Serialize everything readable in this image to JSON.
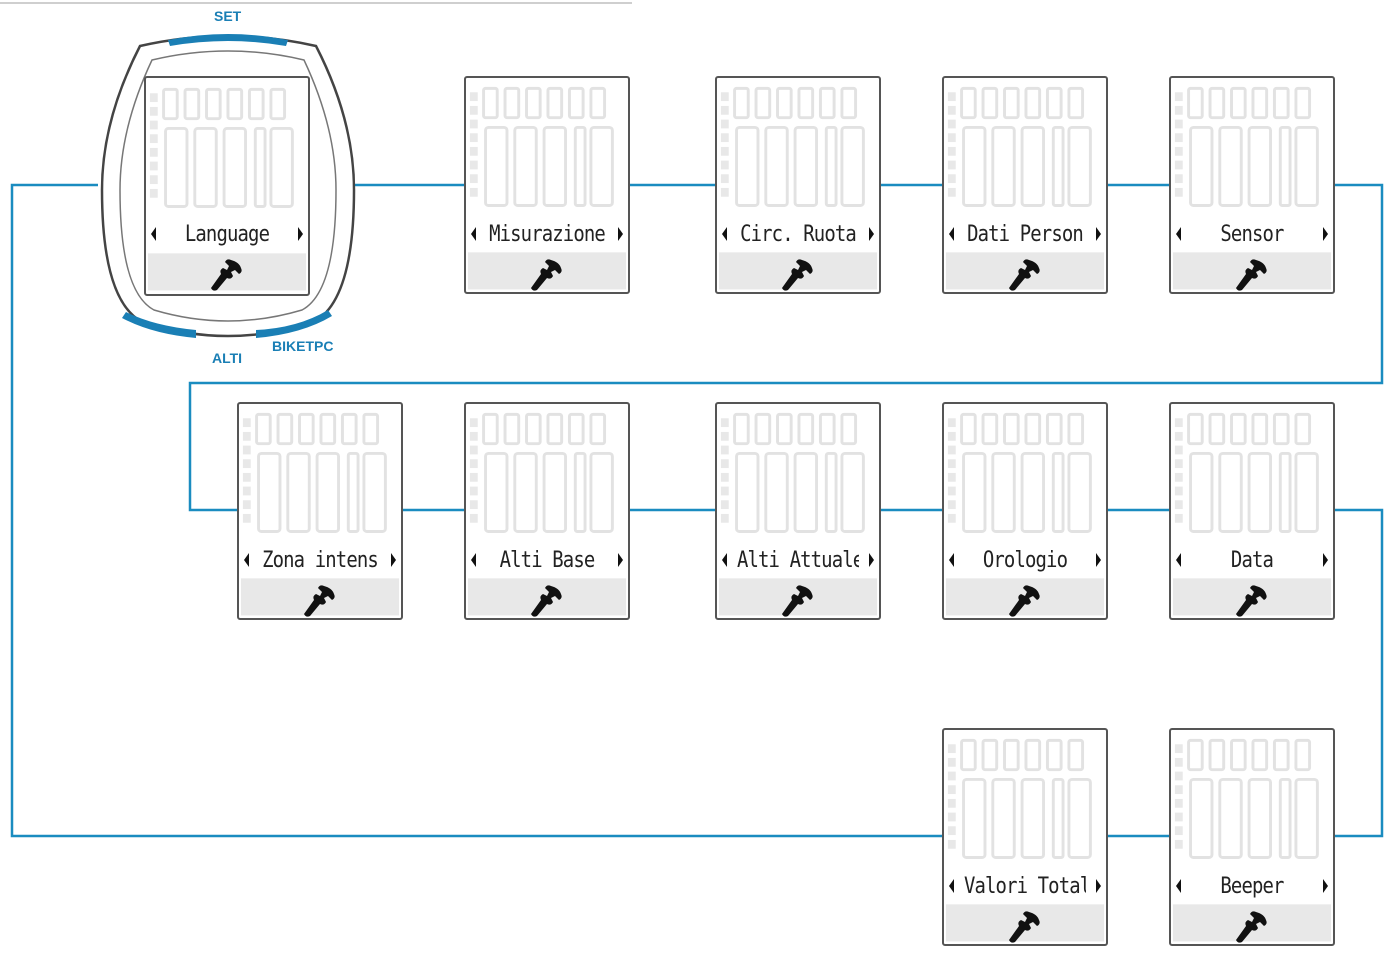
{
  "device": {
    "buttons": {
      "set": "SET",
      "alti": "ALTI",
      "biketpc": "BIKETPC"
    },
    "screen_label": "Language"
  },
  "menu": {
    "row1": [
      "Misurazione",
      "Circ. Ruota",
      "Dati Person",
      "Sensor"
    ],
    "row2": [
      "Zona intens",
      "Alti Base",
      "Alti Attuale",
      "Orologio",
      "Data"
    ],
    "row3": [
      "Valori Total",
      "Beeper"
    ]
  },
  "icons": {
    "settings": "wrench-icon",
    "prev": "arrow-left-icon",
    "next": "arrow-right-icon"
  },
  "colors": {
    "connector": "#1a8cc0",
    "button_accent": "#1a7fb5",
    "lcd_ghost": "#e6e6e6"
  }
}
